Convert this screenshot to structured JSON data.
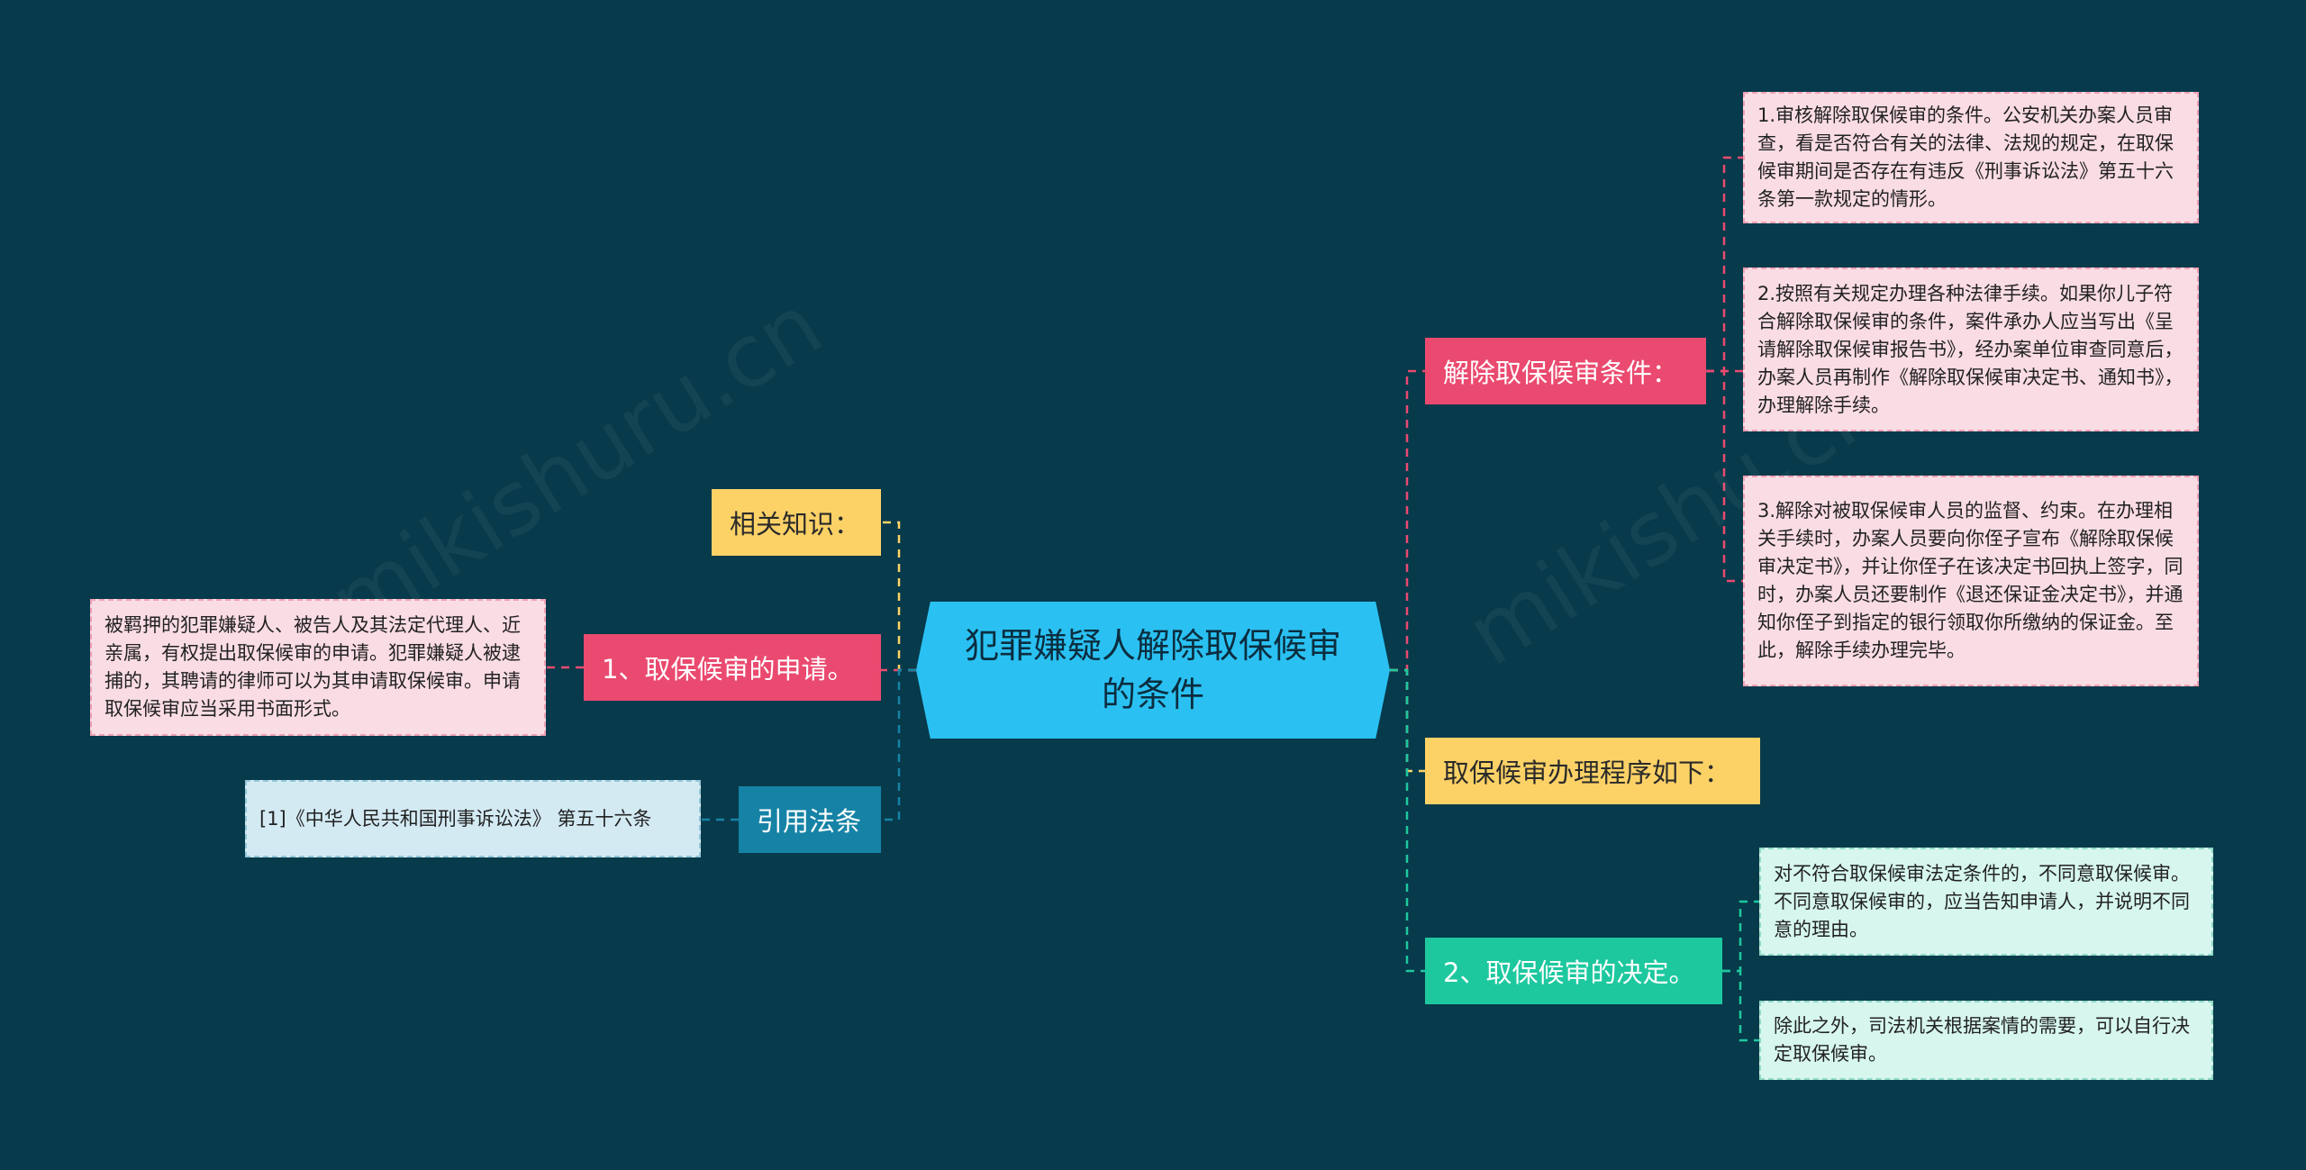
{
  "root": {
    "title": "犯罪嫌疑人解除取保候审的条件"
  },
  "branches": {
    "cancel_conditions": {
      "label": "解除取保候审条件：",
      "items": [
        "1.审核解除取保候审的条件。公安机关办案人员审查，看是否符合有关的法律、法规的规定，在取保候审期间是否存在有违反《刑事诉讼法》第五十六条第一款规定的情形。",
        "2.按照有关规定办理各种法律手续。如果你儿子符合解除取保候审的条件，案件承办人应当写出《呈请解除取保候审报告书》，经办案单位审查同意后，办案人员再制作《解除取保候审决定书、通知书》，办理解除手续。",
        "3.解除对被取保候审人员的监督、约束。在办理相关手续时，办案人员要向你侄子宣布《解除取保候审决定书》，并让你侄子在该决定书回执上签字，同时，办案人员还要制作《退还保证金决定书》，并通知你侄子到指定的银行领取你所缴纳的保证金。至此，解除手续办理完毕。"
      ]
    },
    "procedure": {
      "label": "取保候审办理程序如下："
    },
    "decision": {
      "label": "2、取保候审的决定。",
      "items": [
        "对不符合取保候审法定条件的，不同意取保候审。不同意取保候审的，应当告知申请人，并说明不同意的理由。",
        "除此之外，司法机关根据案情的需要，可以自行决定取保候审。"
      ]
    },
    "knowledge": {
      "label": "相关知识："
    },
    "application": {
      "label": "1、取保候审的申请。",
      "items": [
        "被羁押的犯罪嫌疑人、被告人及其法定代理人、近亲属，有权提出取保候审的申请。犯罪嫌疑人被逮捕的，其聘请的律师可以为其申请取保候审。申请取保候审应当采用书面形式。"
      ]
    },
    "law": {
      "label": "引用法条",
      "items": [
        "[1]《中华人民共和国刑事诉讼法》 第五十六条"
      ]
    }
  },
  "colors": {
    "background": "#073a4b",
    "root": "#2ac1f2",
    "red": "#ea4a6f",
    "yellow": "#fcd267",
    "teal": "#1ec89f",
    "blue": "#1683a6"
  }
}
